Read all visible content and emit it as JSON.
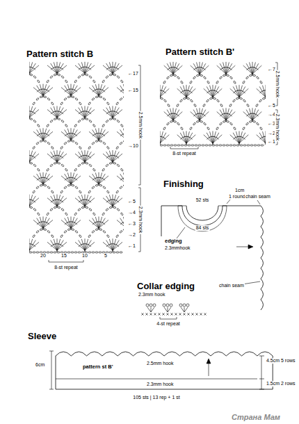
{
  "diagram": {
    "labels": [
      "Pattern stitch B",
      "←17",
      "←15",
      "→10",
      "←5",
      "→4",
      "←3",
      "→2",
      "←1",
      "2.5mm hook",
      "2.3mm hook",
      "20",
      "15",
      "10",
      "5",
      "8-st repeat",
      "Pattern stitch B'",
      "←7",
      "←5",
      "→4",
      "←3",
      "→2",
      "←1",
      "2.5mm hook",
      "2.3mm hook",
      "8-st repeat",
      "Finishing",
      "1cm",
      "1 round",
      "chain seam",
      "52 sts",
      "84 sts",
      "edging",
      "2.3mmhook",
      "Collar edging",
      "2.3mm hook",
      "4-st repeat",
      "chain seam",
      "Sleeve",
      "6cm",
      "pattern st B'",
      "2.5mm hook",
      "2.3mm hook",
      "4.5cm",
      "5 rows",
      "1.5cm",
      "2 rows",
      "105 sts | 13 rep + 1 st",
      "Страна Мам"
    ]
  }
}
